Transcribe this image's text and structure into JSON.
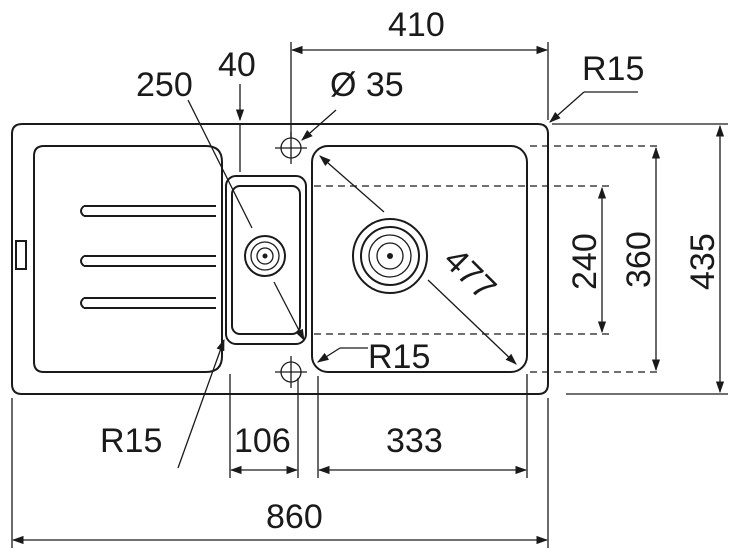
{
  "dimensions": {
    "top_width": "410",
    "offset_40": "40",
    "small_bowl_250": "250",
    "tap_hole": "Ø 35",
    "corner_radius_outer": "R15",
    "depth_240": "240",
    "depth_360": "360",
    "depth_435": "435",
    "diagonal_477": "477",
    "corner_radius_bowl": "R15",
    "corner_radius_left": "R15",
    "width_106": "106",
    "width_333": "333",
    "total_width": "860"
  }
}
